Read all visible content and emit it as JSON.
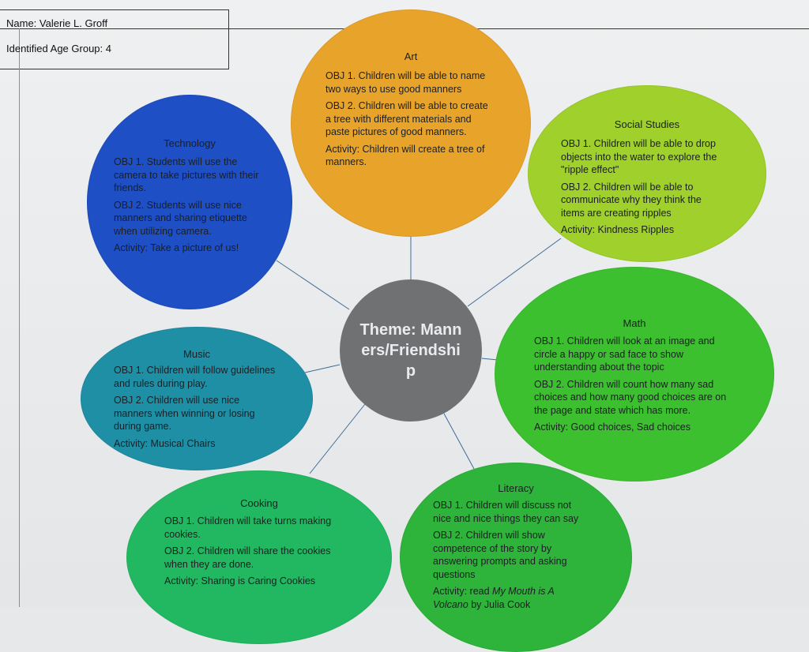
{
  "header": {
    "name": "Name: Valerie L. Groff",
    "age_group": "Identified Age Group: 4"
  },
  "theme": "Theme: Manners/Friendship",
  "bubbles": {
    "art": {
      "title": "Art",
      "obj1": "OBJ 1. Children will be able to name two ways to use good manners",
      "obj2": "OBJ 2. Children will be able to create a tree with different materials and paste pictures of good manners.",
      "activity": "Activity: Children will create a tree of manners.",
      "color": "#e8a42a"
    },
    "technology": {
      "title": "Technology",
      "obj1": "OBJ 1. Students will use the camera to take pictures with their friends.",
      "obj2": "OBJ 2. Students will use nice manners and sharing etiquette when utilizing camera.",
      "activity": "Activity: Take a picture of us!",
      "color": "#1f4fc4"
    },
    "social_studies": {
      "title": "Social Studies",
      "obj1": "OBJ 1. Children will be able to drop objects into the water to explore the \"ripple effect\"",
      "obj2": "OBJ 2. Children will be able to communicate why they think the items are creating ripples",
      "activity": "Activity: Kindness Ripples",
      "color": "#9fd02c"
    },
    "math": {
      "title": "Math",
      "obj1": "OBJ 1. Children will look at an image and circle a happy or sad face to show understanding about the topic",
      "obj2": "OBJ 2. Children will count how many sad choices and how many good choices are on the page and state which has more.",
      "activity": "Activity: Good choices, Sad choices",
      "color": "#3cc030"
    },
    "music": {
      "title": "Music",
      "obj1": "OBJ 1. Children will follow guidelines and rules during play.",
      "obj2": "OBJ 2. Children will use nice manners when winning or losing during game.",
      "activity": "Activity: Musical Chairs",
      "color": "#1f8fa6"
    },
    "cooking": {
      "title": "Cooking",
      "obj1": "OBJ 1. Children will take turns making cookies.",
      "obj2": "OBJ 2. Children will share the cookies when they are done.",
      "activity": "Activity: Sharing is Caring Cookies",
      "color": "#22b861"
    },
    "literacy": {
      "title": "Literacy",
      "obj1": "OBJ 1. Children will discuss not nice and nice things they can say",
      "obj2": "OBJ 2. Children will show competence of the story by answering prompts and asking questions",
      "activity_prefix": "Activity: read ",
      "activity_book": "My Mouth is A Volcano",
      "activity_suffix": " by Julia Cook",
      "color": "#2eb43a"
    }
  }
}
